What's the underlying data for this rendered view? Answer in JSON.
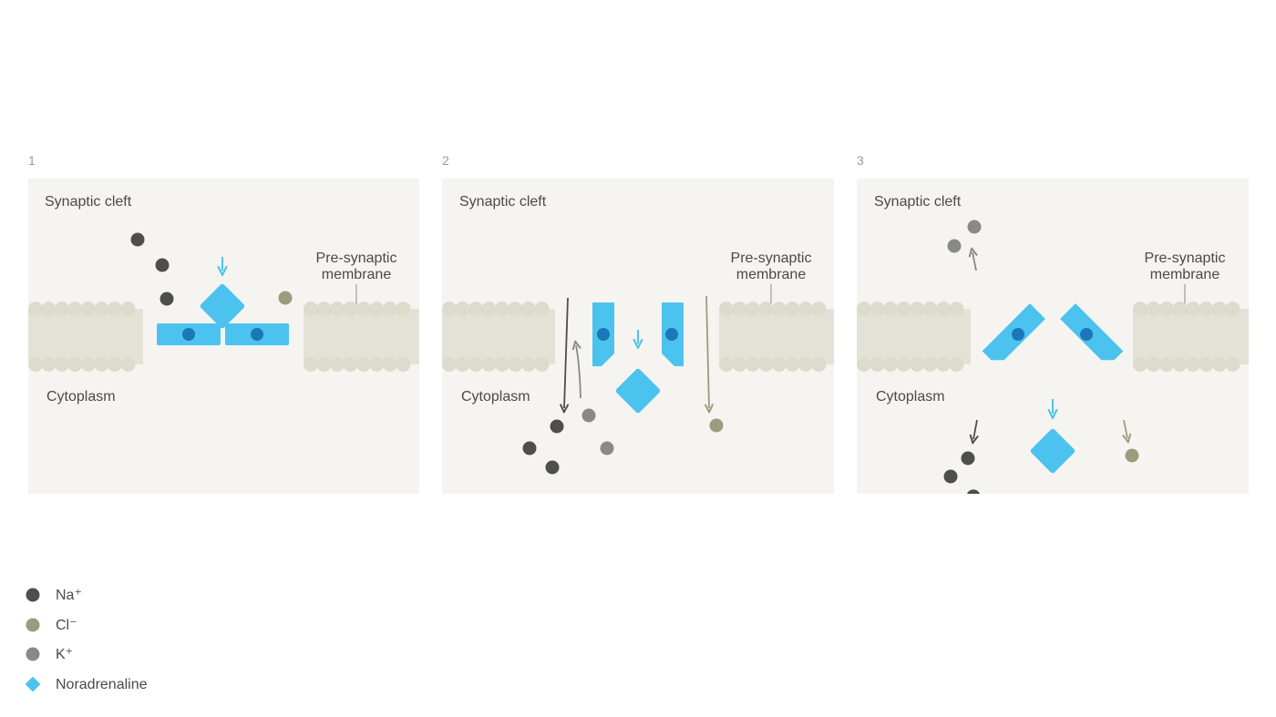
{
  "colors": {
    "background": "#ffffff",
    "panel_bg": "#f6f4f1",
    "membrane_head": "#dcdbcc",
    "membrane_tail": "#e3e2d6",
    "transporter": "#4cc3ee",
    "transporter_core": "#1a78b8",
    "noradrenaline": "#4cc3ee",
    "na": "#4e4e4c",
    "cl": "#9b9c7e",
    "k": "#8a8a84",
    "arrow_blue": "#4cc3ee",
    "label_text": "#4a4a48",
    "panel_number": "#9a9a95"
  },
  "panels": [
    {
      "number": "1",
      "synaptic_cleft_label": "Synaptic cleft",
      "membrane_label_line1": "Pre-synaptic",
      "membrane_label_line2": "membrane",
      "cytoplasm_label": "Cytoplasm"
    },
    {
      "number": "2",
      "synaptic_cleft_label": "Synaptic cleft",
      "membrane_label_line1": "Pre-synaptic",
      "membrane_label_line2": "membrane",
      "cytoplasm_label": "Cytoplasm"
    },
    {
      "number": "3",
      "synaptic_cleft_label": "Synaptic cleft",
      "membrane_label_line1": "Pre-synaptic",
      "membrane_label_line2": "membrane",
      "cytoplasm_label": "Cytoplasm"
    }
  ],
  "legend": [
    {
      "key": "na",
      "label": "Na⁺",
      "shape": "circle"
    },
    {
      "key": "cl",
      "label": "Cl⁻",
      "shape": "circle"
    },
    {
      "key": "k",
      "label": "K⁺",
      "shape": "circle"
    },
    {
      "key": "noradrenaline",
      "label": "Noradrenaline",
      "shape": "diamond"
    }
  ]
}
